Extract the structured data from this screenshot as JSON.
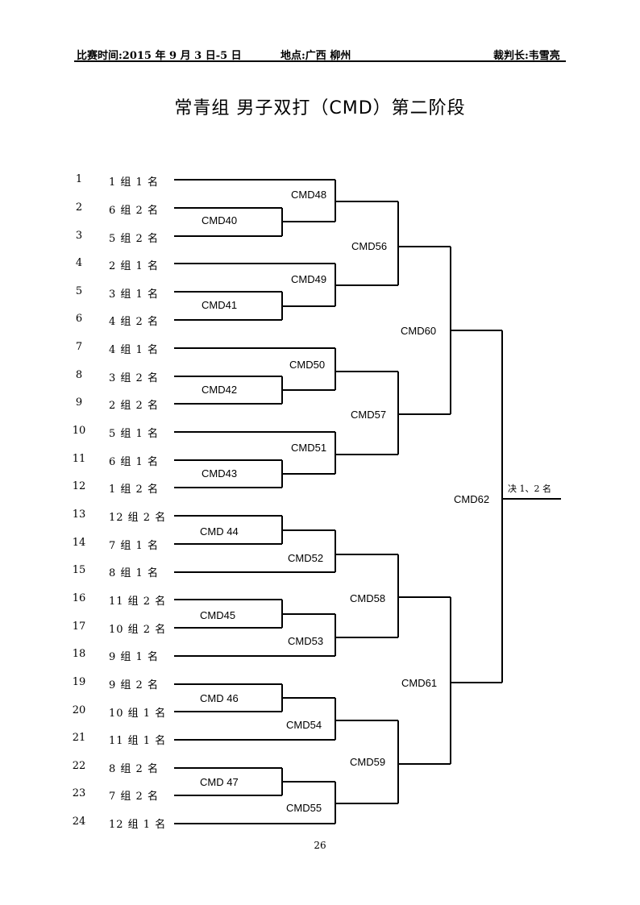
{
  "header": {
    "date": "比赛时间:2015 年 9 月 3 日-5 日",
    "venue": "地点:广西  柳州",
    "referee": "裁判长:韦雪亮"
  },
  "title": "常青组 男子双打（CMD）第二阶段",
  "entries": [
    {
      "num": "1",
      "team": "1 组 1 名"
    },
    {
      "num": "2",
      "team": "6 组 2 名"
    },
    {
      "num": "3",
      "team": "5 组 2 名"
    },
    {
      "num": "4",
      "team": "2 组 1 名"
    },
    {
      "num": "5",
      "team": "3 组 1 名"
    },
    {
      "num": "6",
      "team": "4 组 2 名"
    },
    {
      "num": "7",
      "team": "4 组 1 名"
    },
    {
      "num": "8",
      "team": "3 组 2 名"
    },
    {
      "num": "9",
      "team": "2 组 2 名"
    },
    {
      "num": "10",
      "team": "5 组 1 名"
    },
    {
      "num": "11",
      "team": "6 组 1 名"
    },
    {
      "num": "12",
      "team": "1 组 2 名"
    },
    {
      "num": "13",
      "team": "12 组 2 名"
    },
    {
      "num": "14",
      "team": "7 组 1 名"
    },
    {
      "num": "15",
      "team": "8 组 1 名"
    },
    {
      "num": "16",
      "team": "11 组 2 名"
    },
    {
      "num": "17",
      "team": "10 组 2 名"
    },
    {
      "num": "18",
      "team": "9 组 1 名"
    },
    {
      "num": "19",
      "team": "9 组 2 名"
    },
    {
      "num": "20",
      "team": "10 组 1 名"
    },
    {
      "num": "21",
      "team": "11 组 1 名"
    },
    {
      "num": "22",
      "team": "8 组 2 名"
    },
    {
      "num": "23",
      "team": "7 组 2 名"
    },
    {
      "num": "24",
      "team": "12 组 1 名"
    }
  ],
  "matches": {
    "cmd40": "CMD40",
    "cmd41": "CMD41",
    "cmd42": "CMD42",
    "cmd43": "CMD43",
    "cmd44": "CMD 44",
    "cmd45": "CMD45",
    "cmd46": "CMD 46",
    "cmd47": "CMD 47",
    "cmd48": "CMD48",
    "cmd49": "CMD49",
    "cmd50": "CMD50",
    "cmd51": "CMD51",
    "cmd52": "CMD52",
    "cmd53": "CMD53",
    "cmd54": "CMD54",
    "cmd55": "CMD55",
    "cmd56": "CMD56",
    "cmd57": "CMD57",
    "cmd58": "CMD58",
    "cmd59": "CMD59",
    "cmd60": "CMD60",
    "cmd61": "CMD61",
    "cmd62": "CMD62"
  },
  "final_label": "决 1、2 名",
  "page_number": "26"
}
